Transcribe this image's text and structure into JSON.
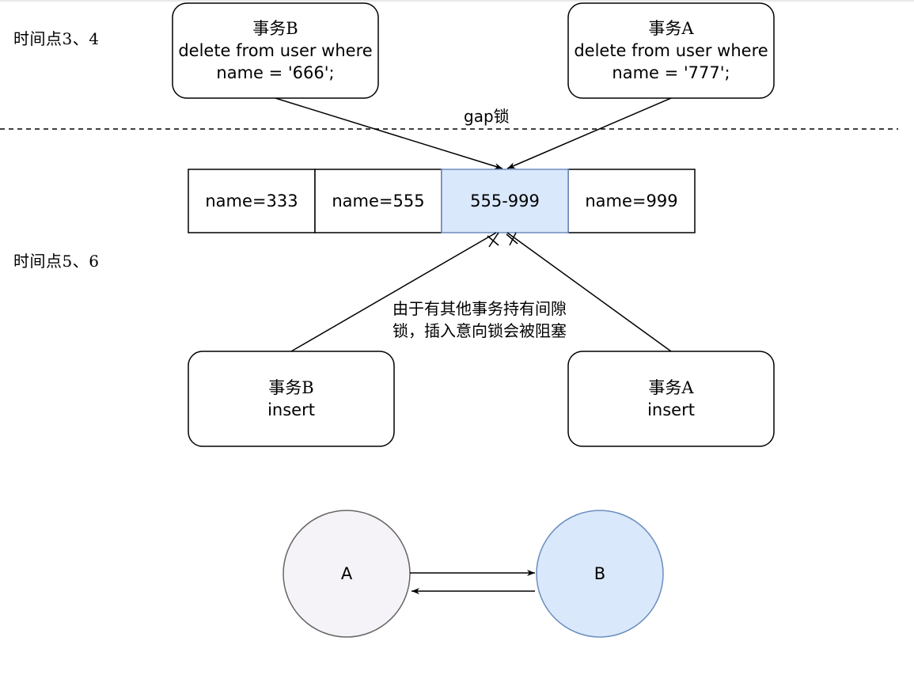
{
  "stage_1": {
    "label": "时间点3、4"
  },
  "stage_2": {
    "label": "时间点5、6"
  },
  "gap_lock_label": "gap锁",
  "delete_tx_b": {
    "title": "事务B",
    "line1": "delete from user where",
    "line2": "name = '666';"
  },
  "delete_tx_a": {
    "title": "事务A",
    "line1": "delete from user where",
    "line2": "name = '777';"
  },
  "index_cells": [
    "name=333",
    "name=555",
    "555-999",
    "name=999"
  ],
  "blocked_note": {
    "line1": "由于有其他事务持有间隙",
    "line2": "锁，插入意向锁会被阻塞"
  },
  "insert_tx_b": {
    "title": "事务B",
    "line1": "insert"
  },
  "insert_tx_a": {
    "title": "事务A",
    "line1": "insert"
  },
  "deadlock": {
    "node_a": "A",
    "node_b": "B"
  },
  "colors": {
    "highlight_fill": "#dae8fc",
    "highlight_stroke": "#6c8ebf",
    "node_a_fill": "#f5f3f7",
    "node_a_stroke": "#666666"
  }
}
